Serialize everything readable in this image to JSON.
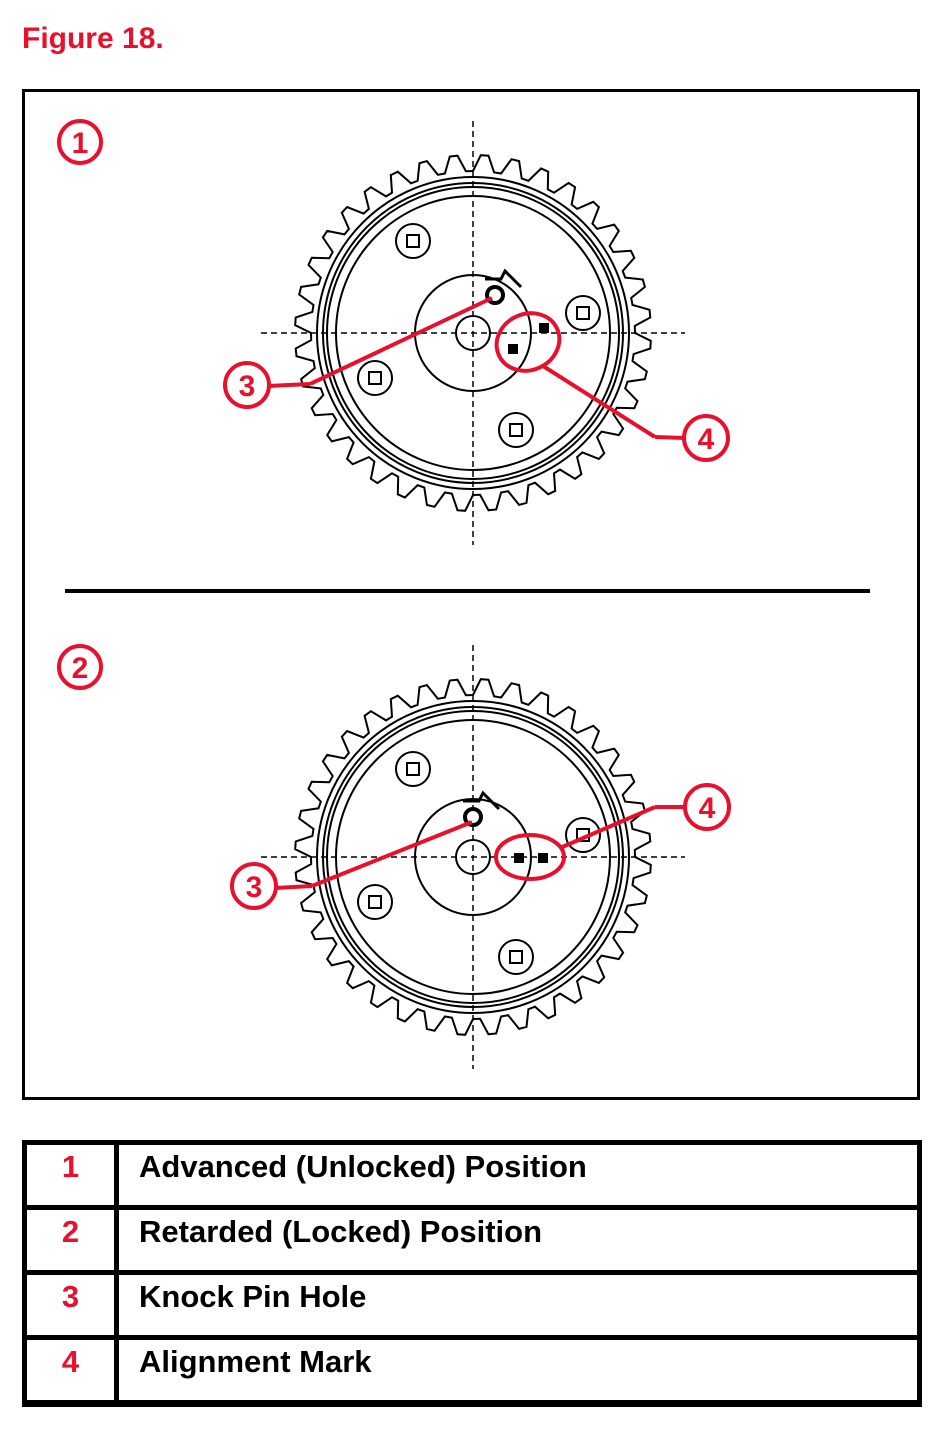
{
  "figure_title": "Figure 18.",
  "panels": [
    {
      "marker": "1",
      "callouts": [
        "3",
        "4"
      ]
    },
    {
      "marker": "2",
      "callouts": [
        "3",
        "4"
      ]
    }
  ],
  "legend": [
    {
      "number": "1",
      "label": "Advanced (Unlocked) Position"
    },
    {
      "number": "2",
      "label": "Retarded (Locked) Position"
    },
    {
      "number": "3",
      "label": "Knock Pin Hole"
    },
    {
      "number": "4",
      "label": "Alignment Mark"
    }
  ],
  "colors": {
    "accent": "#e8102c",
    "line": "#000000"
  }
}
